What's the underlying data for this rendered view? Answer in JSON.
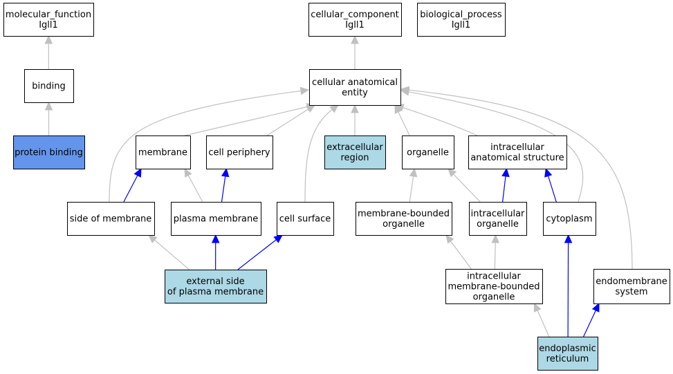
{
  "colors": {
    "default_fill": "#ffffff",
    "highlight_fill": "#add8e6",
    "selected_fill": "#6495ed",
    "isa_edge": "#c0c0c0",
    "partof_edge": "#0000ff"
  },
  "nodes": {
    "mf_root": {
      "lines": [
        "molecular_function",
        "Igll1"
      ],
      "style": "default"
    },
    "cc_root": {
      "lines": [
        "cellular_component",
        "Igll1"
      ],
      "style": "default"
    },
    "bp_root": {
      "lines": [
        "biological_process",
        "Igll1"
      ],
      "style": "default"
    },
    "binding": {
      "lines": [
        "binding"
      ],
      "style": "default"
    },
    "protein_binding": {
      "lines": [
        "protein binding"
      ],
      "style": "selected"
    },
    "cae": {
      "lines": [
        "cellular anatomical",
        "entity"
      ],
      "style": "default"
    },
    "membrane": {
      "lines": [
        "membrane"
      ],
      "style": "default"
    },
    "cell_periphery": {
      "lines": [
        "cell periphery"
      ],
      "style": "default"
    },
    "extracellular_region": {
      "lines": [
        "extracellular",
        "region"
      ],
      "style": "highlight"
    },
    "organelle": {
      "lines": [
        "organelle"
      ],
      "style": "default"
    },
    "ias": {
      "lines": [
        "intracellular",
        "anatomical structure"
      ],
      "style": "default"
    },
    "side_of_membrane": {
      "lines": [
        "side of membrane"
      ],
      "style": "default"
    },
    "plasma_membrane": {
      "lines": [
        "plasma membrane"
      ],
      "style": "default"
    },
    "cell_surface": {
      "lines": [
        "cell surface"
      ],
      "style": "default"
    },
    "mbo": {
      "lines": [
        "membrane-bounded",
        "organelle"
      ],
      "style": "default"
    },
    "io": {
      "lines": [
        "intracellular",
        "organelle"
      ],
      "style": "default"
    },
    "cytoplasm": {
      "lines": [
        "cytoplasm"
      ],
      "style": "default"
    },
    "esopm": {
      "lines": [
        "external side",
        "of plasma membrane"
      ],
      "style": "highlight"
    },
    "imbo": {
      "lines": [
        "intracellular",
        "membrane-bounded",
        "organelle"
      ],
      "style": "default"
    },
    "endomembrane": {
      "lines": [
        "endomembrane",
        "system"
      ],
      "style": "default"
    },
    "er": {
      "lines": [
        "endoplasmic",
        "reticulum"
      ],
      "style": "highlight"
    }
  },
  "edges": [
    {
      "from": "binding",
      "to": "mf_root",
      "type": "is_a"
    },
    {
      "from": "protein_binding",
      "to": "binding",
      "type": "is_a"
    },
    {
      "from": "cae",
      "to": "cc_root",
      "type": "is_a"
    },
    {
      "from": "membrane",
      "to": "cae",
      "type": "is_a"
    },
    {
      "from": "cell_periphery",
      "to": "cae",
      "type": "is_a"
    },
    {
      "from": "extracellular_region",
      "to": "cae",
      "type": "is_a"
    },
    {
      "from": "organelle",
      "to": "cae",
      "type": "is_a"
    },
    {
      "from": "ias",
      "to": "cae",
      "type": "is_a"
    },
    {
      "from": "side_of_membrane",
      "to": "cae",
      "type": "is_a"
    },
    {
      "from": "cell_surface",
      "to": "cae",
      "type": "is_a"
    },
    {
      "from": "cytoplasm",
      "to": "cae",
      "type": "is_a"
    },
    {
      "from": "endomembrane",
      "to": "cae",
      "type": "is_a"
    },
    {
      "from": "side_of_membrane",
      "to": "membrane",
      "type": "part_of"
    },
    {
      "from": "plasma_membrane",
      "to": "membrane",
      "type": "is_a"
    },
    {
      "from": "plasma_membrane",
      "to": "cell_periphery",
      "type": "part_of"
    },
    {
      "from": "mbo",
      "to": "organelle",
      "type": "is_a"
    },
    {
      "from": "io",
      "to": "organelle",
      "type": "is_a"
    },
    {
      "from": "io",
      "to": "ias",
      "type": "part_of"
    },
    {
      "from": "cytoplasm",
      "to": "ias",
      "type": "part_of"
    },
    {
      "from": "esopm",
      "to": "side_of_membrane",
      "type": "is_a"
    },
    {
      "from": "esopm",
      "to": "plasma_membrane",
      "type": "part_of"
    },
    {
      "from": "esopm",
      "to": "cell_surface",
      "type": "part_of"
    },
    {
      "from": "imbo",
      "to": "mbo",
      "type": "is_a"
    },
    {
      "from": "imbo",
      "to": "io",
      "type": "is_a"
    },
    {
      "from": "er",
      "to": "imbo",
      "type": "is_a"
    },
    {
      "from": "er",
      "to": "cytoplasm",
      "type": "part_of"
    },
    {
      "from": "er",
      "to": "endomembrane",
      "type": "part_of"
    }
  ]
}
